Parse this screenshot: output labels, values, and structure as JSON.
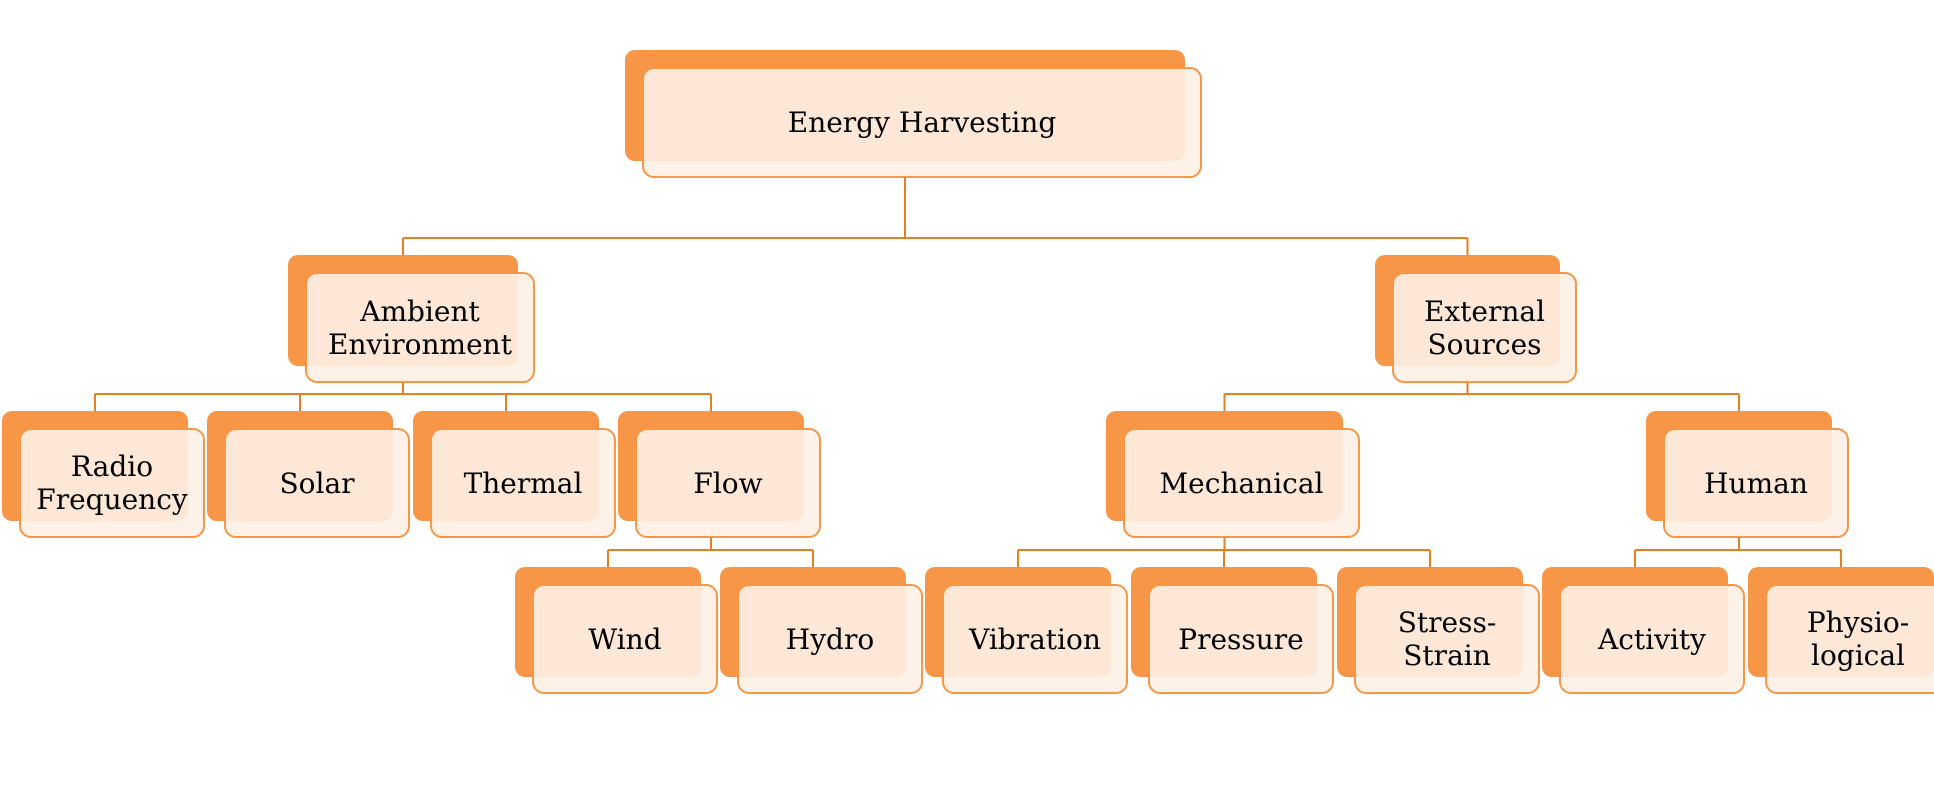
{
  "colors": {
    "accent": "#f79646",
    "card_fill": "#fdf0e6",
    "connector": "#e67e22"
  },
  "diagram": {
    "type": "hierarchy",
    "nodes": [
      {
        "id": "energy-harvesting",
        "label": "Energy Harvesting",
        "parent": null
      },
      {
        "id": "ambient-environment",
        "label": "Ambient\nEnvironment",
        "parent": "energy-harvesting"
      },
      {
        "id": "external-sources",
        "label": "External\nSources",
        "parent": "energy-harvesting"
      },
      {
        "id": "radio-frequency",
        "label": "Radio\nFrequency",
        "parent": "ambient-environment"
      },
      {
        "id": "solar",
        "label": "Solar",
        "parent": "ambient-environment"
      },
      {
        "id": "thermal",
        "label": "Thermal",
        "parent": "ambient-environment"
      },
      {
        "id": "flow",
        "label": "Flow",
        "parent": "ambient-environment"
      },
      {
        "id": "wind",
        "label": "Wind",
        "parent": "flow"
      },
      {
        "id": "hydro",
        "label": "Hydro",
        "parent": "flow"
      },
      {
        "id": "mechanical",
        "label": "Mechanical",
        "parent": "external-sources"
      },
      {
        "id": "human",
        "label": "Human",
        "parent": "external-sources"
      },
      {
        "id": "vibration",
        "label": "Vibration",
        "parent": "mechanical"
      },
      {
        "id": "pressure",
        "label": "Pressure",
        "parent": "mechanical"
      },
      {
        "id": "stress-strain",
        "label": "Stress-\nStrain",
        "parent": "mechanical"
      },
      {
        "id": "activity",
        "label": "Activity",
        "parent": "human"
      },
      {
        "id": "physiological",
        "label": "Physio-\nlogical",
        "parent": "human"
      }
    ]
  }
}
